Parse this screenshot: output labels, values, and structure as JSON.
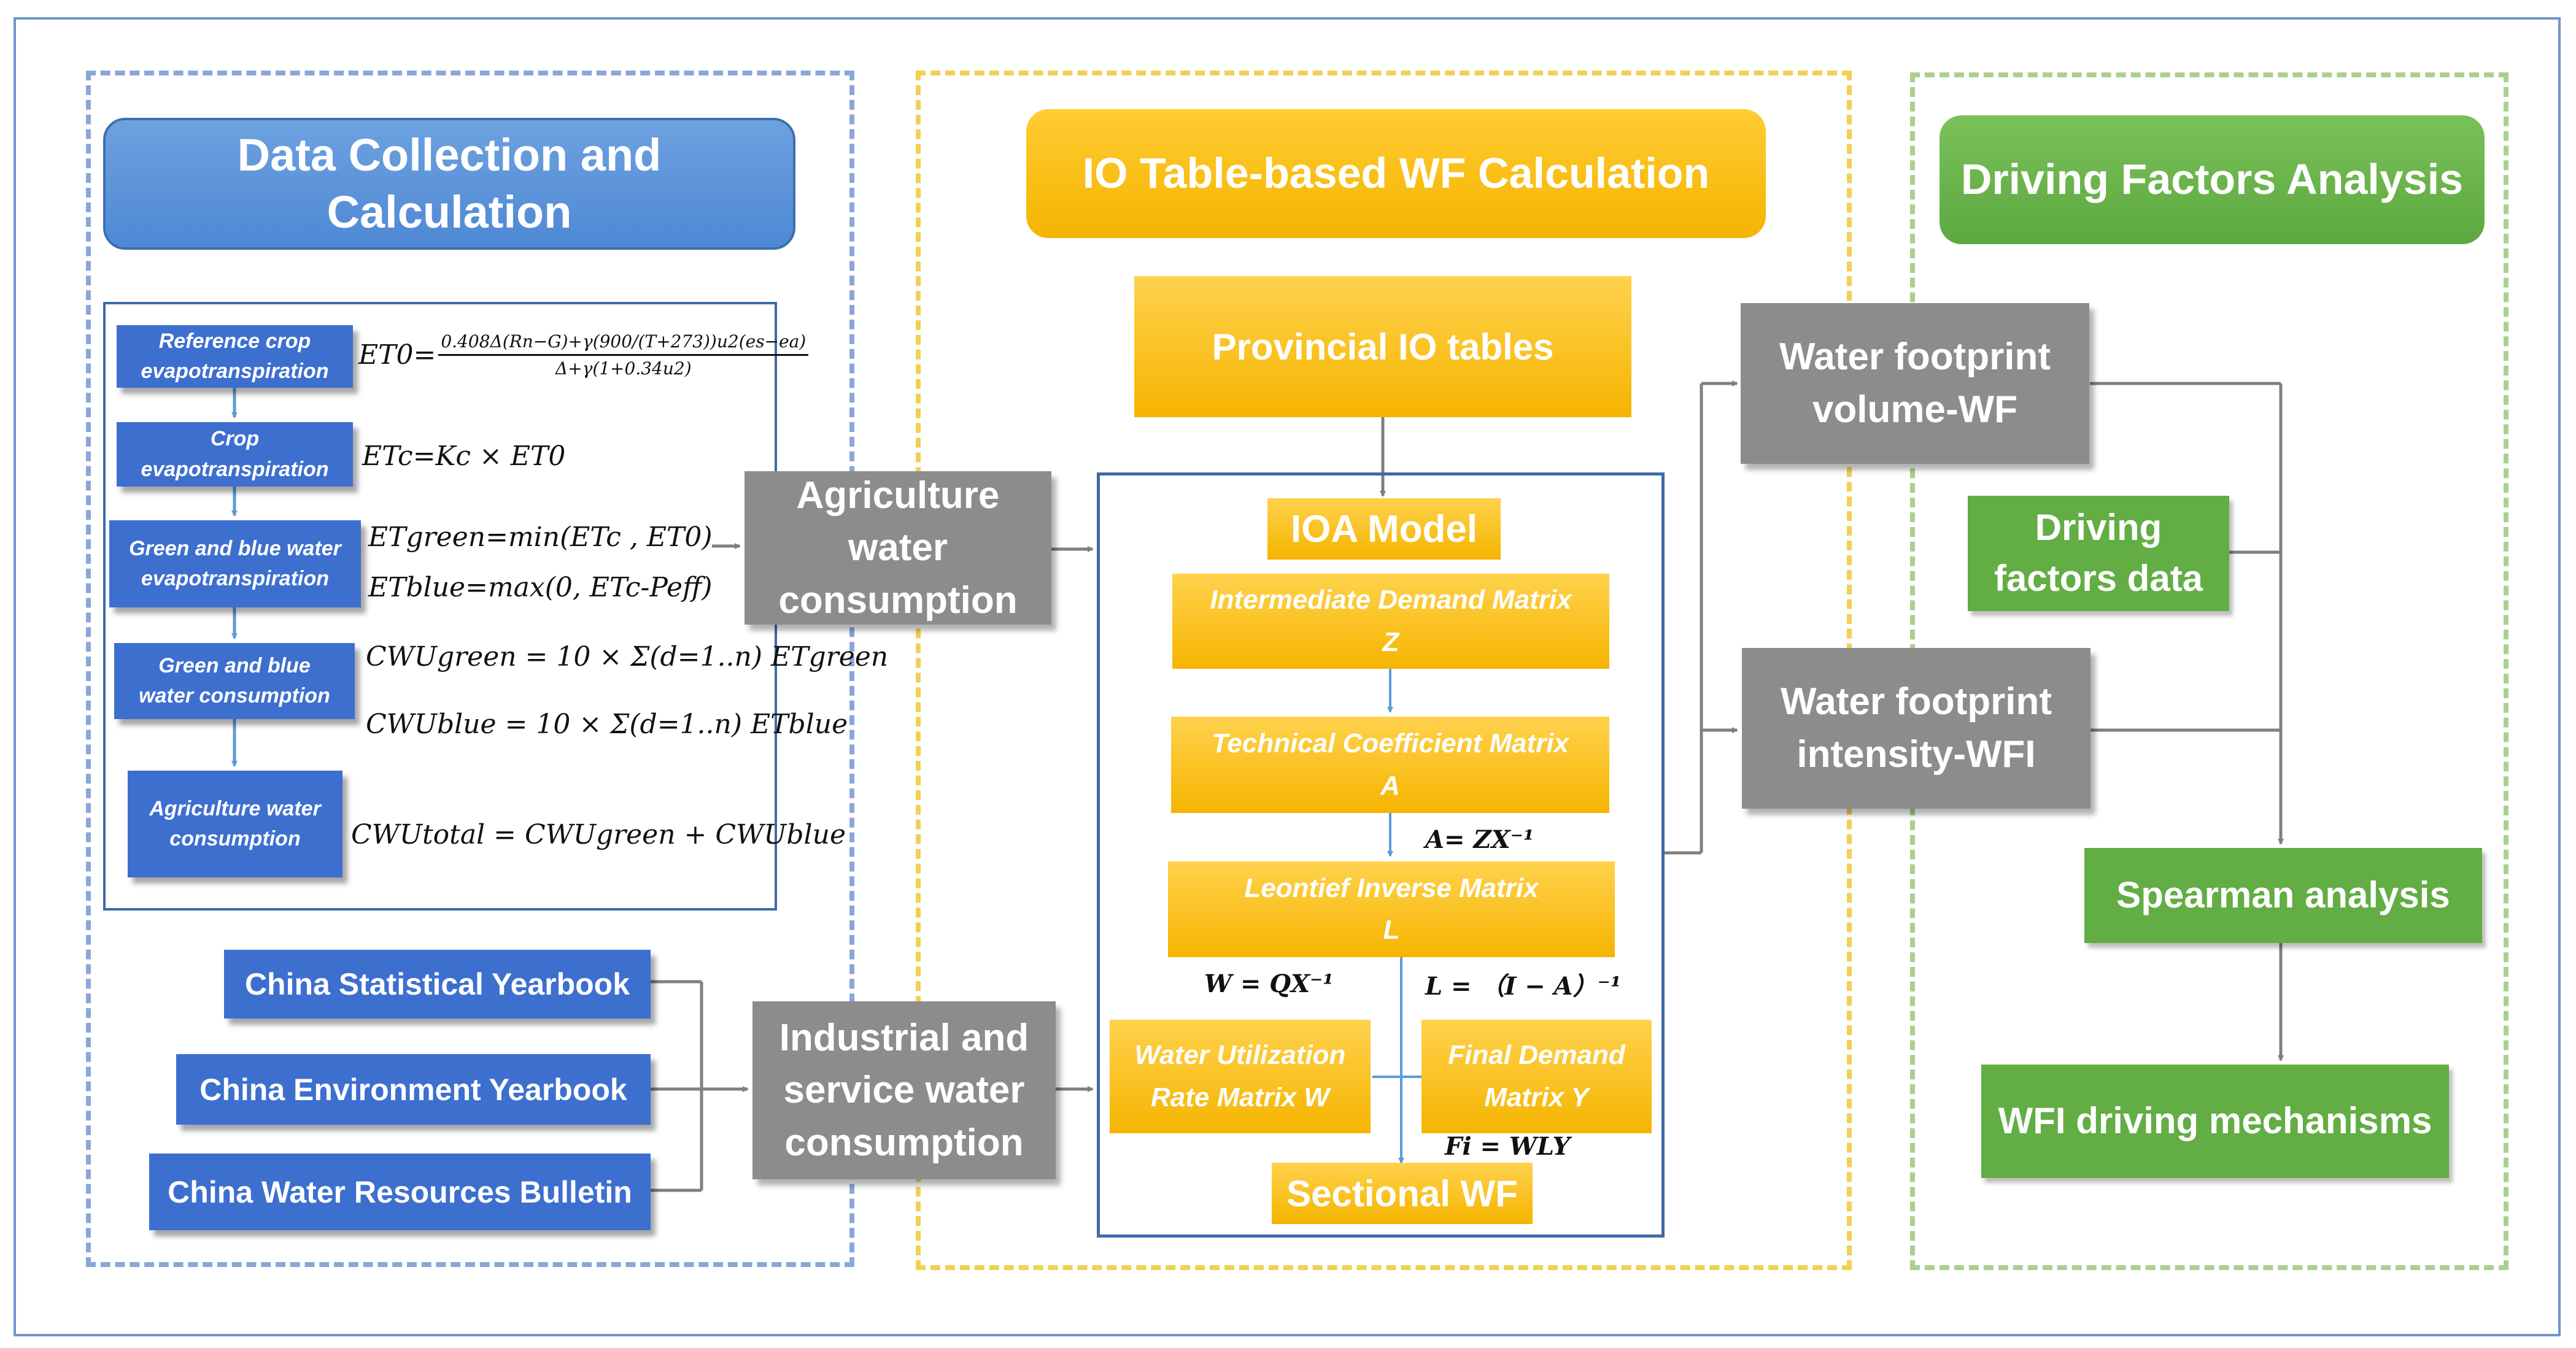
{
  "headers": {
    "left": "Data Collection and Calculation",
    "middle": "IO Table-based WF Calculation",
    "right": "Driving Factors Analysis"
  },
  "steps": [
    {
      "line1": "Reference crop",
      "line2": "evapotranspiration"
    },
    {
      "line1": "Crop",
      "line2": "evapotranspiration"
    },
    {
      "line1": "Green and blue water",
      "line2": "evapotranspiration"
    },
    {
      "line1": "Green and blue",
      "line2": "water consumption"
    },
    {
      "line1": "Agriculture water",
      "line2": "consumption"
    }
  ],
  "formulas": {
    "et0_lhs": "ET0=",
    "et0_num": "0.408Δ(Rn−G)+γ(900/(T+273))u2(es−ea)",
    "et0_den": "Δ+γ(1+0.34u2)",
    "etc": "ETc=Kc × ET0",
    "et_green": "ETgreen=min(ETc , ET0)",
    "et_blue": "ETblue=max(0, ETc-Peff)",
    "cwu_green": "CWUgreen = 10 × Σ(d=1..n) ETgreen",
    "cwu_blue": "CWUblue = 10 × Σ(d=1..n) ETblue",
    "cwu_total": "CWUtotal = CWUgreen + CWUblue"
  },
  "sources": [
    "China Statistical Yearbook",
    "China Environment Yearbook",
    "China Water Resources Bulletin"
  ],
  "grey": {
    "agri_l1": "Agriculture",
    "agri_l2": "water",
    "agri_l3": "consumption",
    "ind_l1": "Industrial and",
    "ind_l2": "service water",
    "ind_l3": "consumption",
    "wf_l1": "Water footprint",
    "wf_l2": "volume-WF",
    "wfi_l1": "Water footprint",
    "wfi_l2": "intensity-WFI"
  },
  "io": {
    "provincial": "Provincial IO tables",
    "ioa": "IOA Model",
    "z_name": "Intermediate Demand Matrix",
    "z_sym": "Z",
    "a_name": "Technical Coefficient Matrix",
    "a_sym": "A",
    "l_name": "Leontief Inverse Matrix",
    "l_sym": "L",
    "w_l1": "Water Utilization",
    "w_l2": "Rate Matrix W",
    "y_l1": "Final Demand",
    "y_l2": "Matrix Y",
    "sectional": "Sectional WF",
    "eq_a": "A= ZX⁻¹",
    "eq_w": "W = QX⁻¹",
    "eq_l": "L = （I − A）⁻¹",
    "eq_f": "Fi = WLY"
  },
  "right": {
    "driving_l1": "Driving",
    "driving_l2": "factors data",
    "spearman": "Spearman analysis",
    "mechanisms": "WFI driving mechanisms"
  }
}
